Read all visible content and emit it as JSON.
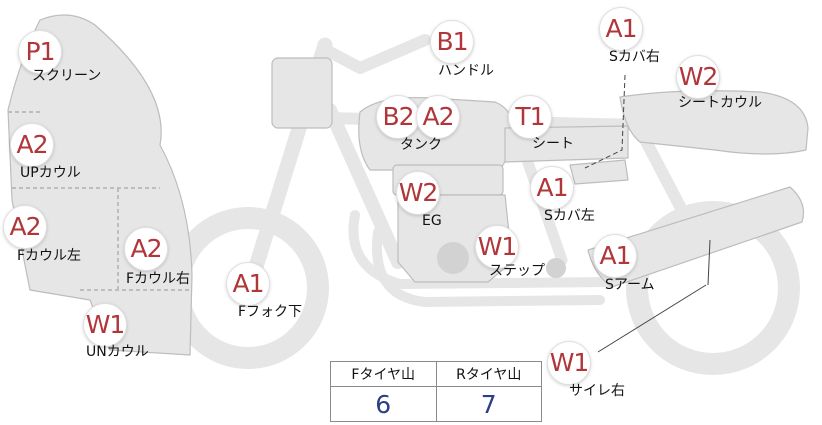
{
  "parts": [
    {
      "id": "screen",
      "grade": "P1",
      "label": "スクリーン"
    },
    {
      "id": "up-cowl",
      "grade": "A2",
      "label": "UPカウル"
    },
    {
      "id": "f-cowl-left",
      "grade": "A2",
      "label": "Fカウル左"
    },
    {
      "id": "f-cowl-right",
      "grade": "A2",
      "label": "Fカウル右"
    },
    {
      "id": "un-cowl",
      "grade": "W1",
      "label": "UNカウル"
    },
    {
      "id": "f-fork-lower",
      "grade": "A1",
      "label": "Fフォク下"
    },
    {
      "id": "handle",
      "grade": "B1",
      "label": "ハンドル"
    },
    {
      "id": "tank",
      "grade": "B2",
      "grade2": "A2",
      "label": "タンク"
    },
    {
      "id": "engine",
      "grade": "W2",
      "label": "EG"
    },
    {
      "id": "step",
      "grade": "W1",
      "label": "ステップ"
    },
    {
      "id": "seat",
      "grade": "T1",
      "label": "シート"
    },
    {
      "id": "s-cover-left",
      "grade": "A1",
      "label": "Sカバ左"
    },
    {
      "id": "s-cover-right",
      "grade": "A1",
      "label": "Sカバ右"
    },
    {
      "id": "seat-cowl",
      "grade": "W2",
      "label": "シートカウル"
    },
    {
      "id": "swingarm",
      "grade": "A1",
      "label": "Sアーム"
    },
    {
      "id": "muffler-right",
      "grade": "W1",
      "label": "サイレ右"
    }
  ],
  "tread_table": {
    "front_header": "Fタイヤ山",
    "rear_header": "Rタイヤ山",
    "front_value": "6",
    "rear_value": "7"
  },
  "colors": {
    "grade_text": "#b0363a",
    "tread_value": "#2b3f86",
    "bike_fill": "#e6e6e6",
    "bike_stroke": "#bdbdbd",
    "zone_divider": "#bdbdbd"
  }
}
